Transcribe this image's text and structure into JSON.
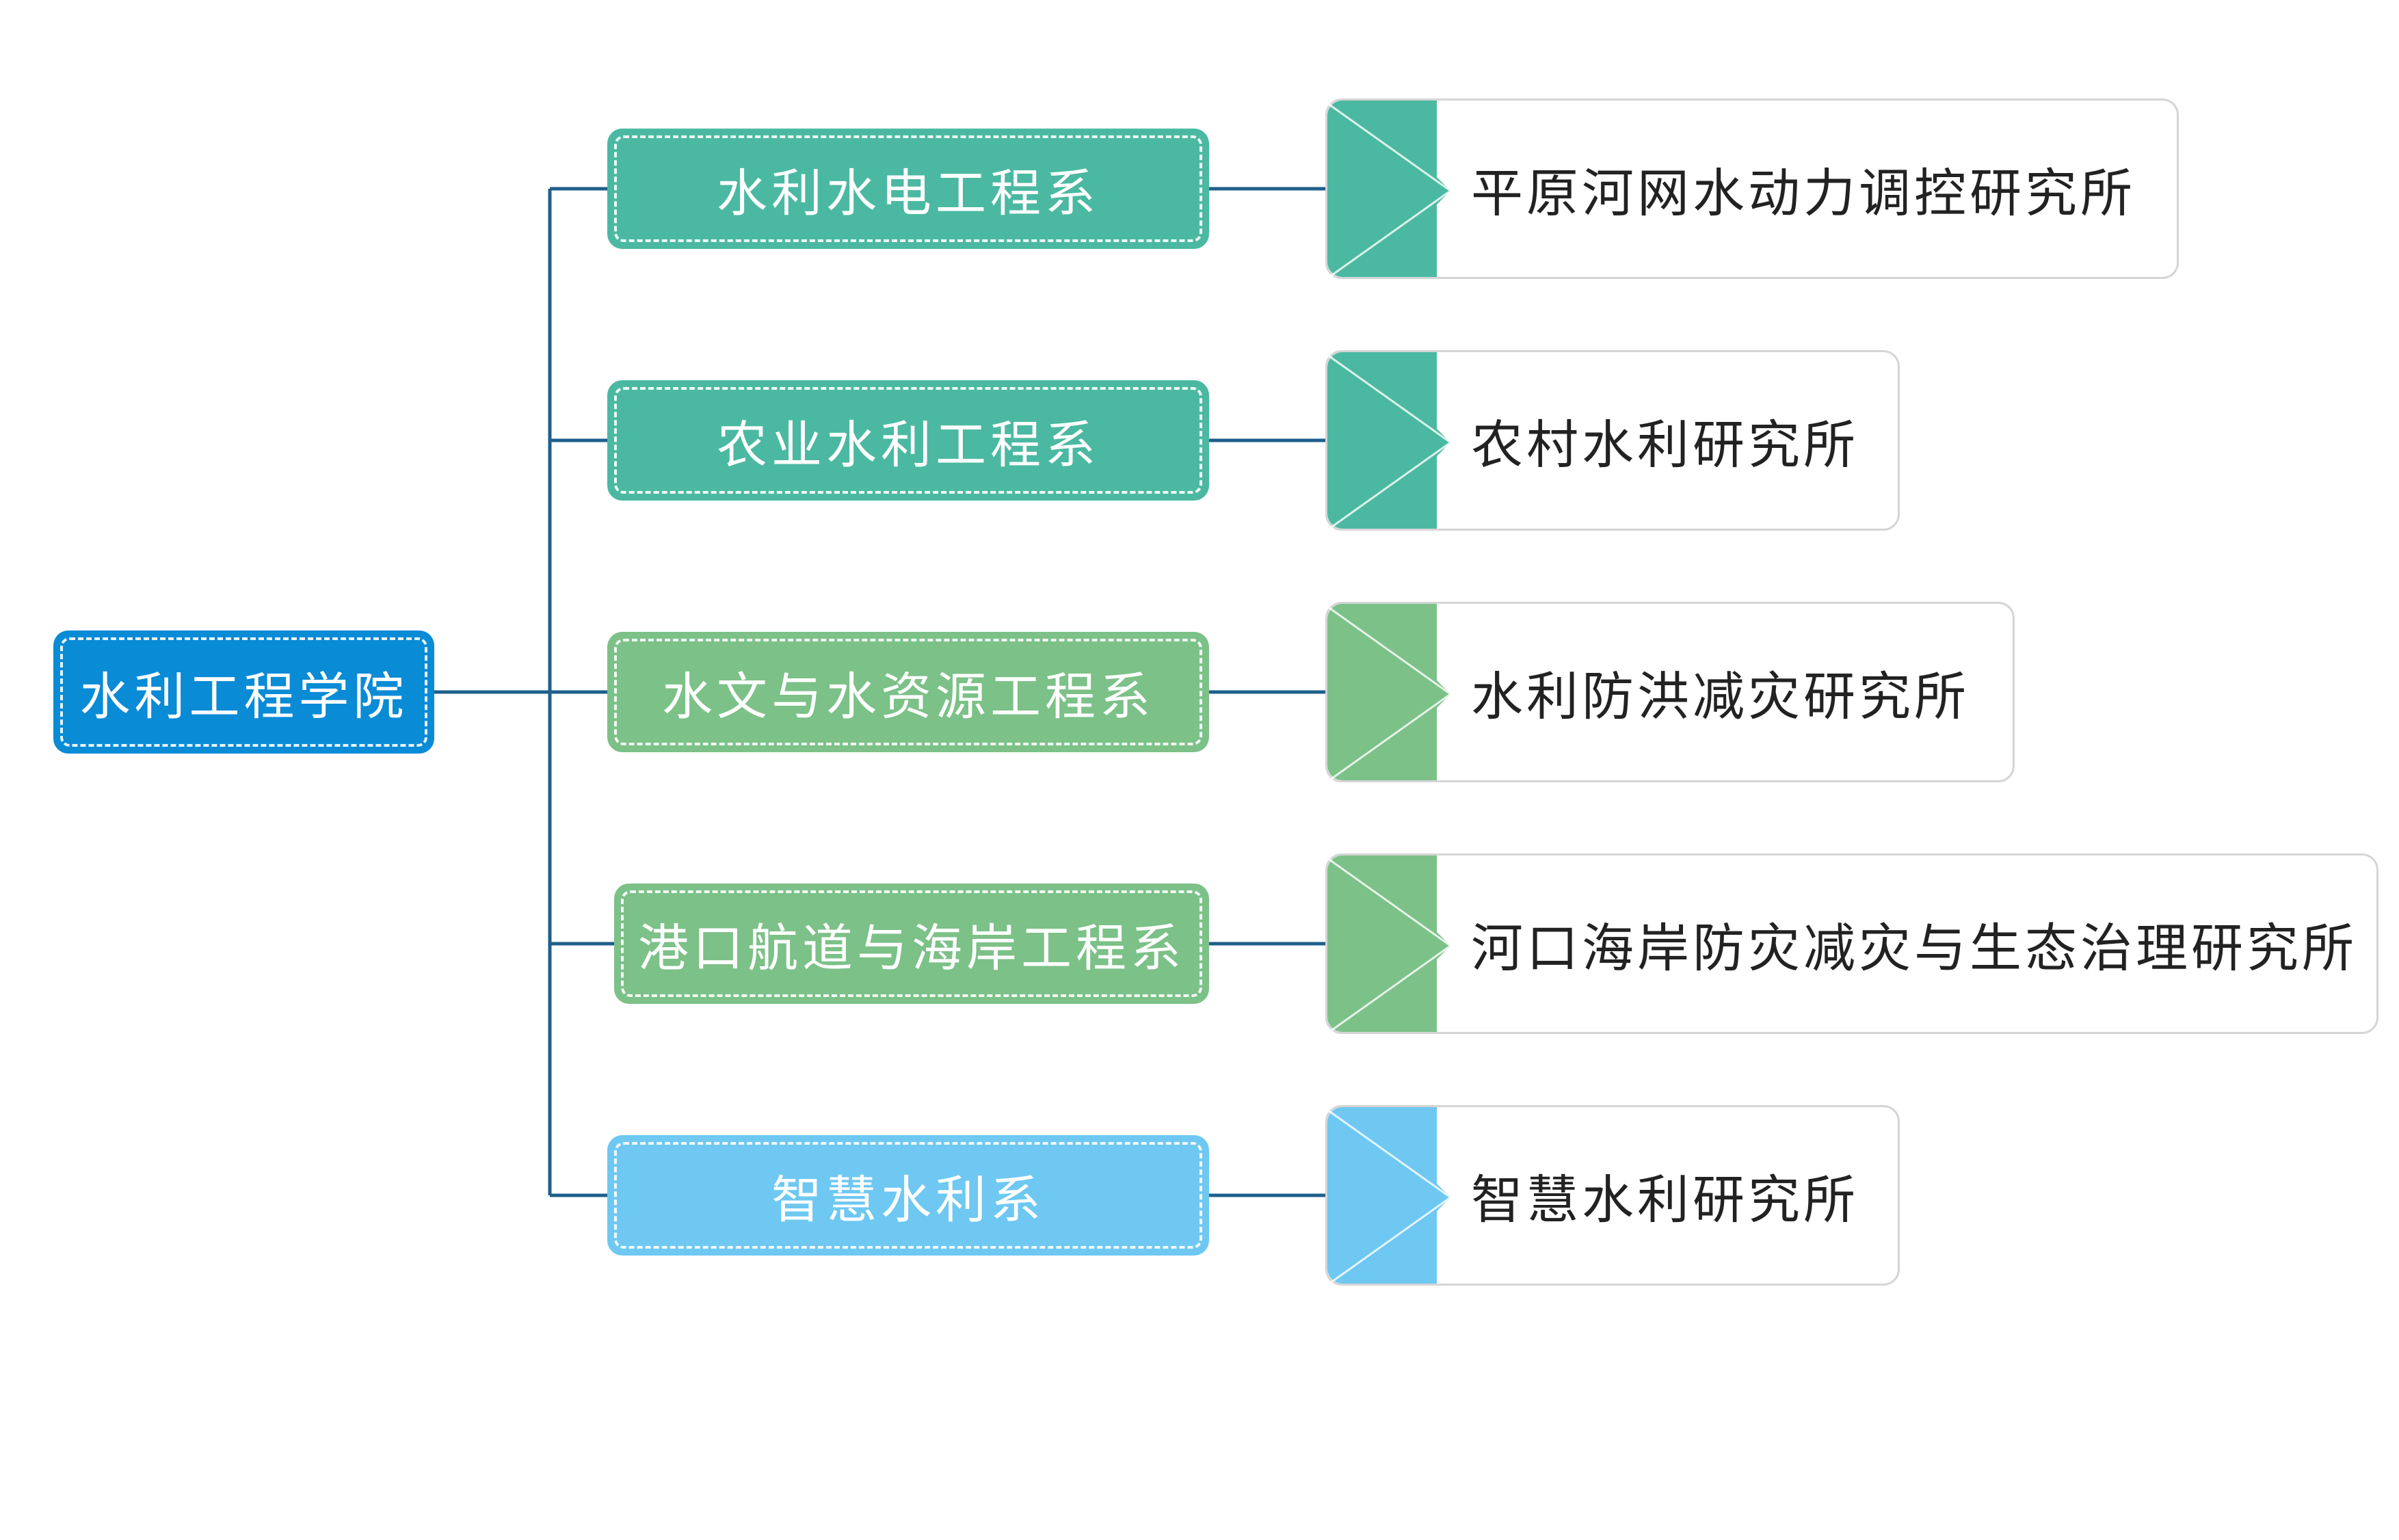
{
  "root": {
    "label": "水利工程学院",
    "color": "#0a8bd6"
  },
  "connector_color": "#1f5f8b",
  "departments": [
    {
      "label": "水利水电工程系",
      "color": "#4bb9a1",
      "institute": "平原河网水动力调控研究所"
    },
    {
      "label": "农业水利工程系",
      "color": "#4bb9a1",
      "institute": "农村水利研究所"
    },
    {
      "label": "水文与水资源工程系",
      "color": "#7cc188",
      "institute": "水利防洪减灾研究所"
    },
    {
      "label": "港口航道与海岸工程系",
      "color": "#7cc188",
      "institute": "河口海岸防灾减灾与生态治理研究所"
    },
    {
      "label": "智慧水利系",
      "color": "#6ec8f2",
      "institute": "智慧水利研究所"
    }
  ]
}
